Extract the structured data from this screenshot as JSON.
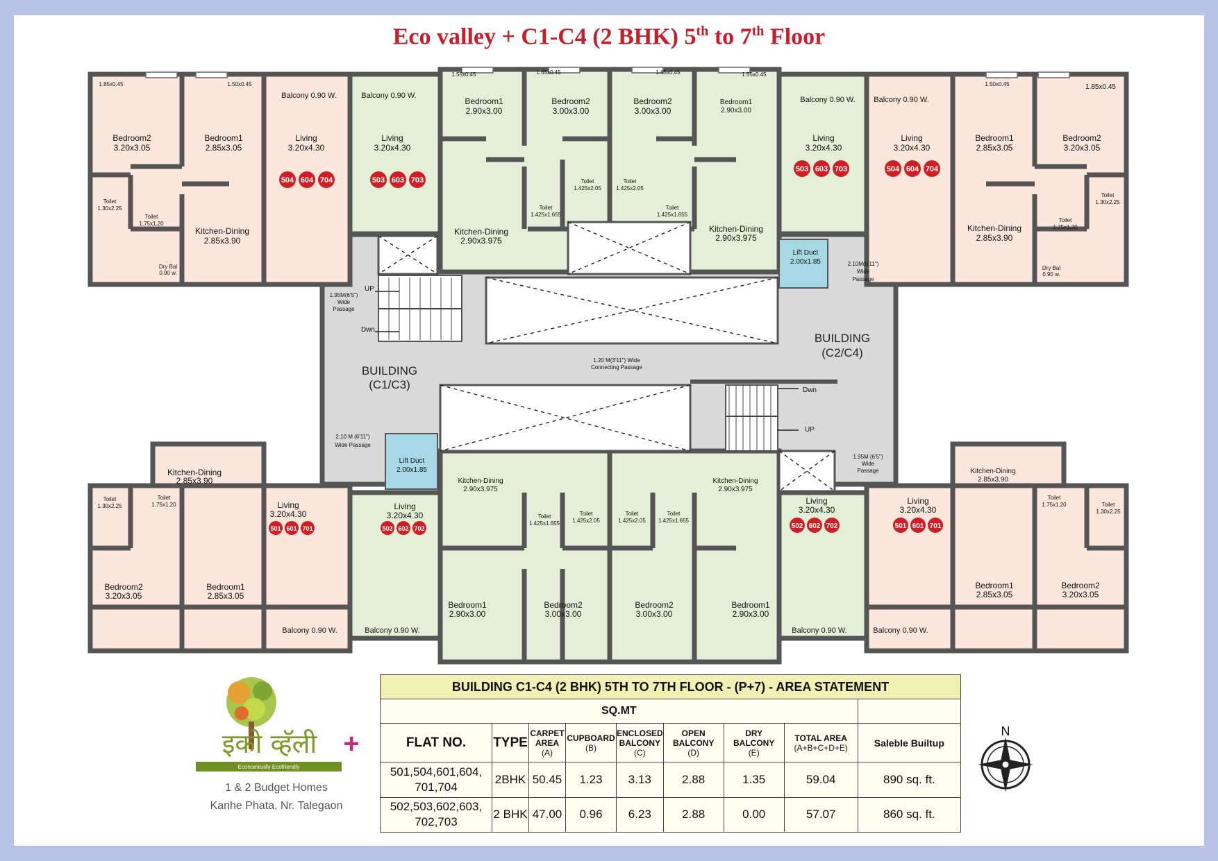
{
  "title": {
    "main": "Eco valley + C1-C4 (2 BHK) 5",
    "sup1": "th",
    "mid": " to 7",
    "sup2": "th",
    "end": " Floor"
  },
  "rooms": {
    "bal_185": "1.85x0.45",
    "bal_150": "1.50x0.45",
    "bal_155": "1.55x0.45",
    "bal_165": "1.65x0.45",
    "balcony": "Balcony 0.90 W.",
    "bedroom1": "Bedroom1",
    "bedroom2": "Bedroom2",
    "living": "Living",
    "kitchen": "Kitchen-Dining",
    "toilet": "Toilet",
    "drybal": "Dry Bal",
    "drybal_w": "0.90 w.",
    "d_320x305": "3.20x3.05",
    "d_285x305": "2.85x3.05",
    "d_320x430": "3.20x4.30",
    "d_290x300": "2.90x3.00",
    "d_300x300": "3.00x3.00",
    "d_285x390": "2.85x3.90",
    "d_290x3975": "2.90x3.975",
    "d_130x225": "1.30x2.25",
    "d_175x120": "1.75x1.20",
    "d_1425x205": "1.425x2.05",
    "d_1425x1655": "1.425x1.655",
    "liftduct": "Lift Duct",
    "liftduct_d": "2.00x1.85",
    "up": "UP",
    "dwn": "Dwn"
  },
  "passages": {
    "p195": "1.95M(6'5\")",
    "p195b": "1.95M (6'5\")",
    "wide": "Wide",
    "passage": "Passage",
    "p210": "2.10M(6'11\")",
    "p210b": "2.10 M (6'11\")",
    "widepassage": "Wide Passage",
    "conn1": "1.20 M(3'11\") Wide",
    "conn2": "Connecting Passage"
  },
  "buildings": {
    "b1": "BUILDING",
    "b1s": "(C1/C3)",
    "b2": "BUILDING",
    "b2s": "(C2/C4)"
  },
  "flats": {
    "top_left": [
      "504",
      "604",
      "704"
    ],
    "top_cleft": [
      "503",
      "603",
      "703"
    ],
    "top_cright": [
      "503",
      "603",
      "703"
    ],
    "top_right": [
      "504",
      "604",
      "704"
    ],
    "bot_left": [
      "501",
      "601",
      "701"
    ],
    "bot_cleft": [
      "502",
      "602",
      "702"
    ],
    "bot_cright": [
      "502",
      "602",
      "702"
    ],
    "bot_right": [
      "501",
      "601",
      "701"
    ]
  },
  "table": {
    "heading": "BUILDING C1-C4 (2 BHK) 5TH TO 7TH FLOOR - (P+7) - AREA STATEMENT",
    "unit": "SQ.MT",
    "cols": {
      "flat": "FLAT NO.",
      "type": "TYPE",
      "carpet": "CARPET AREA",
      "carpet_s": "(A)",
      "cupboard": "CUPBOARD",
      "cupboard_s": "(B)",
      "enclosed": "ENCLOSED BALCONY",
      "enclosed_s": "(C)",
      "open": "OPEN BALCONY",
      "open_s": "(D)",
      "dry": "DRY BALCONY",
      "dry_s": "(E)",
      "total": "TOTAL AREA",
      "total_s": "(A+B+C+D+E)",
      "saleable": "Saleble Builtup"
    },
    "rows": [
      {
        "flat1": "501,504,601,604,",
        "flat2": "701,704",
        "type": "2BHK",
        "carpet": "50.45",
        "cupboard": "1.23",
        "enclosed": "3.13",
        "open": "2.88",
        "dry": "1.35",
        "total": "59.04",
        "saleable": "890 sq. ft."
      },
      {
        "flat1": "502,503,602,603,",
        "flat2": "702,703",
        "type": "2 BHK",
        "carpet": "47.00",
        "cupboard": "0.96",
        "enclosed": "6.23",
        "open": "2.88",
        "dry": "0.00",
        "total": "57.07",
        "saleable": "860 sq. ft."
      }
    ]
  },
  "logo": {
    "script": "इको व्हॅली",
    "tagline_small": "Economically Ecofriendly",
    "line1": "1 & 2 Budget Homes",
    "line2": "Kanhe Phata, Nr. Talegaon"
  },
  "compass": {
    "north": "N"
  },
  "colors": {
    "red": "#d01e24",
    "title": "#c81e2a",
    "peach": "#fbe7dc",
    "green": "#e4efd8",
    "wall": "#5a5a5a",
    "common": "#d9d9d9",
    "lift": "#a7d8e6"
  }
}
